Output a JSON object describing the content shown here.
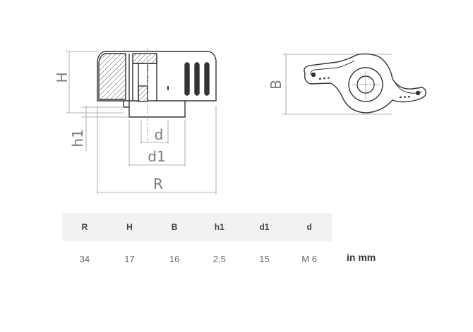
{
  "drawing": {
    "dim_labels": {
      "H": "H",
      "h1": "h1",
      "d": "d",
      "d1": "d1",
      "R": "R",
      "B": "B"
    }
  },
  "spec_table": {
    "headers": [
      "R",
      "H",
      "B",
      "h1",
      "d1",
      "d"
    ],
    "values": [
      "34",
      "17",
      "16",
      "2,5",
      "15",
      "M 6"
    ],
    "unit": "in mm"
  },
  "colors": {
    "line": "#333333",
    "dim": "#9a9a9a",
    "header_bg": "#f2f2f2"
  }
}
